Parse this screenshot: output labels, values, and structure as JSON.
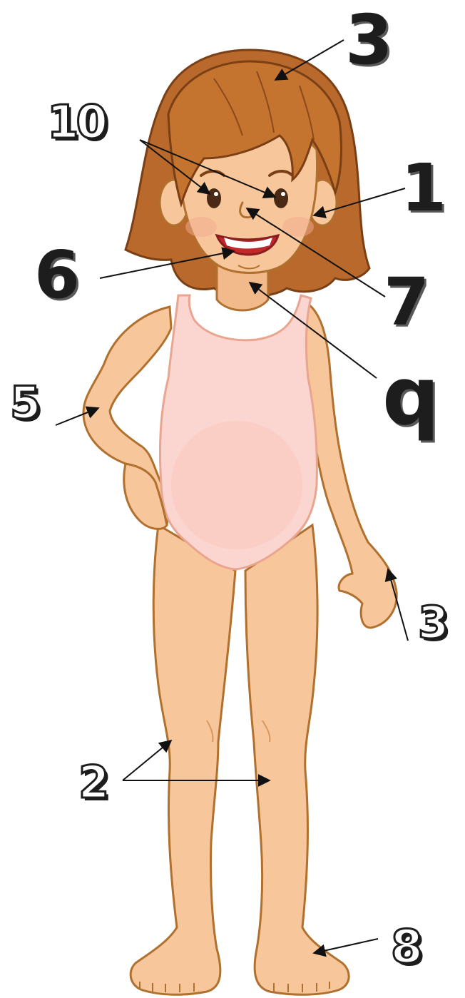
{
  "labels": {
    "hair": "3",
    "eyes": "10",
    "ear": "1",
    "mouth": "6",
    "nose": "7",
    "neck": "q",
    "elbow": "5",
    "fingers": "3",
    "knees": "2",
    "foot": "8"
  },
  "colors": {
    "skin": "#f7c69a",
    "skin_outline": "#b0702e",
    "hair": "#b8692b",
    "swimsuit": "#fbd5cf",
    "label_ink": "#1d1d1d"
  }
}
